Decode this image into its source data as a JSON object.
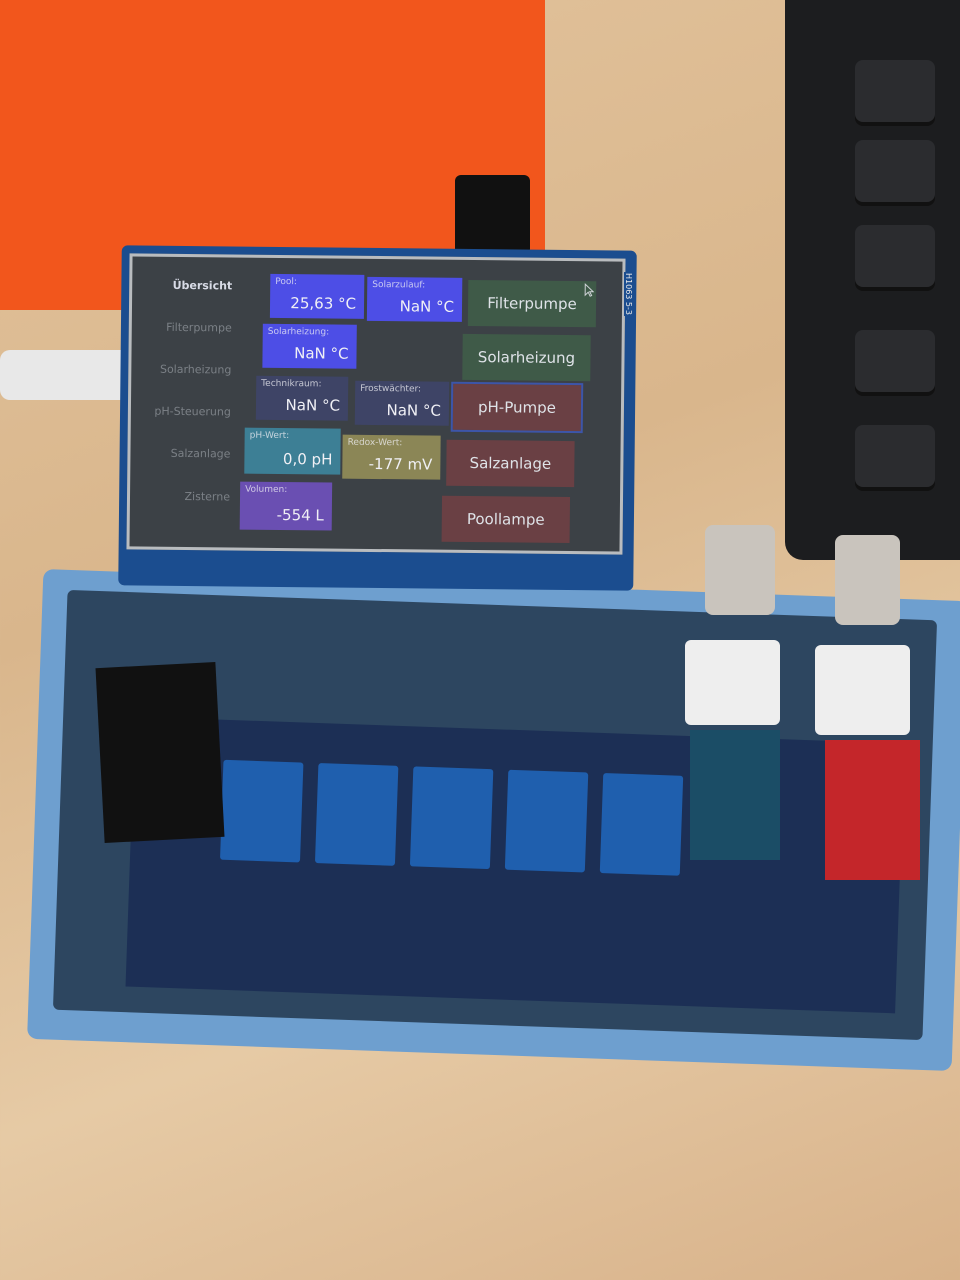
{
  "nav": {
    "items": [
      {
        "label": "Übersicht",
        "active": true
      },
      {
        "label": "Filterpumpe"
      },
      {
        "label": "Solarheizung"
      },
      {
        "label": "pH-Steuerung"
      },
      {
        "label": "Salzanlage"
      },
      {
        "label": "Zisterne"
      }
    ]
  },
  "tiles": [
    {
      "label": "Pool:",
      "value": "25,63 °C",
      "color": "#4d4ee6"
    },
    {
      "label": "Solarzulauf:",
      "value": "NaN °C",
      "color": "#4d4ee6"
    },
    {
      "label": "Solarheizung:",
      "value": "NaN °C",
      "color": "#4d4ee6"
    },
    {
      "label": "Technikraum:",
      "value": "NaN °C",
      "color": "#3e4466"
    },
    {
      "label": "Frostwächter:",
      "value": "NaN °C",
      "color": "#3e4466"
    },
    {
      "label": "pH-Wert:",
      "value": "0,0 pH",
      "color": "#3d7f95"
    },
    {
      "label": "Redox-Wert:",
      "value": "-177 mV",
      "color": "#8b8656"
    },
    {
      "label": "Volumen:",
      "value": "-554 L",
      "color": "#6a4fb2"
    }
  ],
  "buttons": [
    {
      "label": "Filterpumpe",
      "color": "#3f5a48"
    },
    {
      "label": "Solarheizung",
      "color": "#3f5a48"
    },
    {
      "label": "pH-Pumpe",
      "color": "#6a4044",
      "border": "#3d55a8"
    },
    {
      "label": "Salzanlage",
      "color": "#6a4044"
    },
    {
      "label": "Poollampe",
      "color": "#6a4044"
    }
  ],
  "board_label": "H1063 5-3"
}
